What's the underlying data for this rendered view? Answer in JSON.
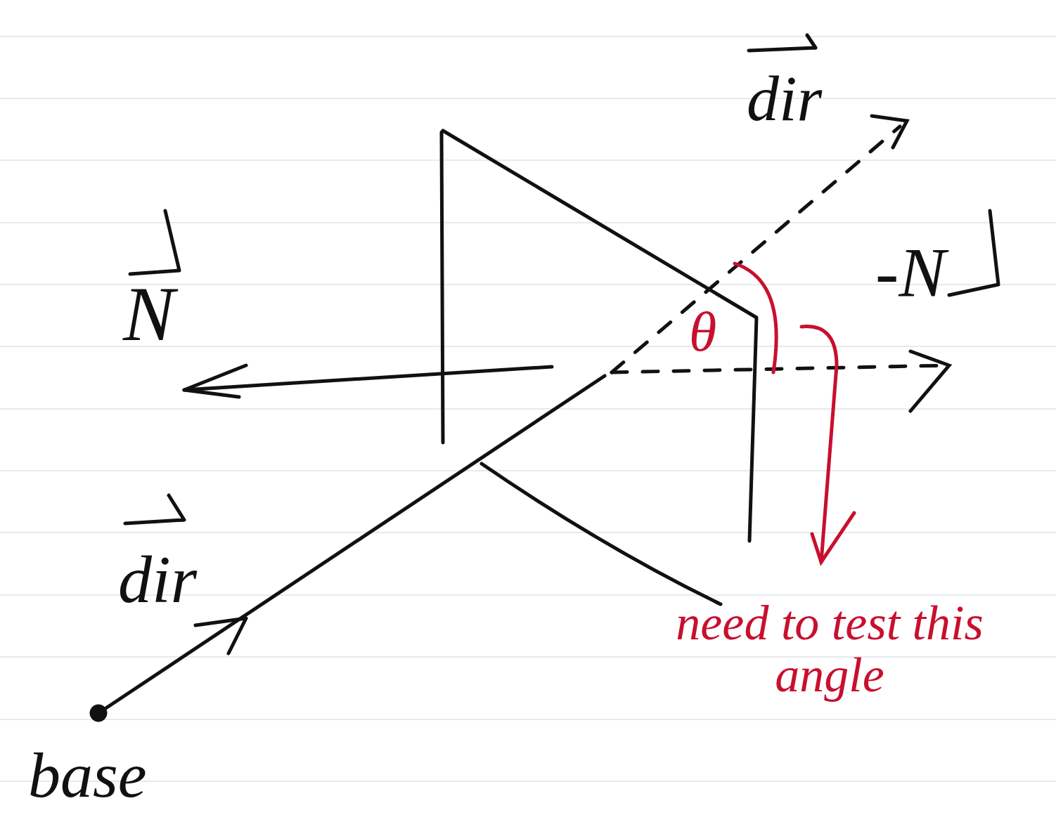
{
  "diagram": {
    "labels": [
      "dir",
      "N",
      "-N",
      "dir",
      "base",
      "θ",
      "need to test this angle"
    ]
  }
}
